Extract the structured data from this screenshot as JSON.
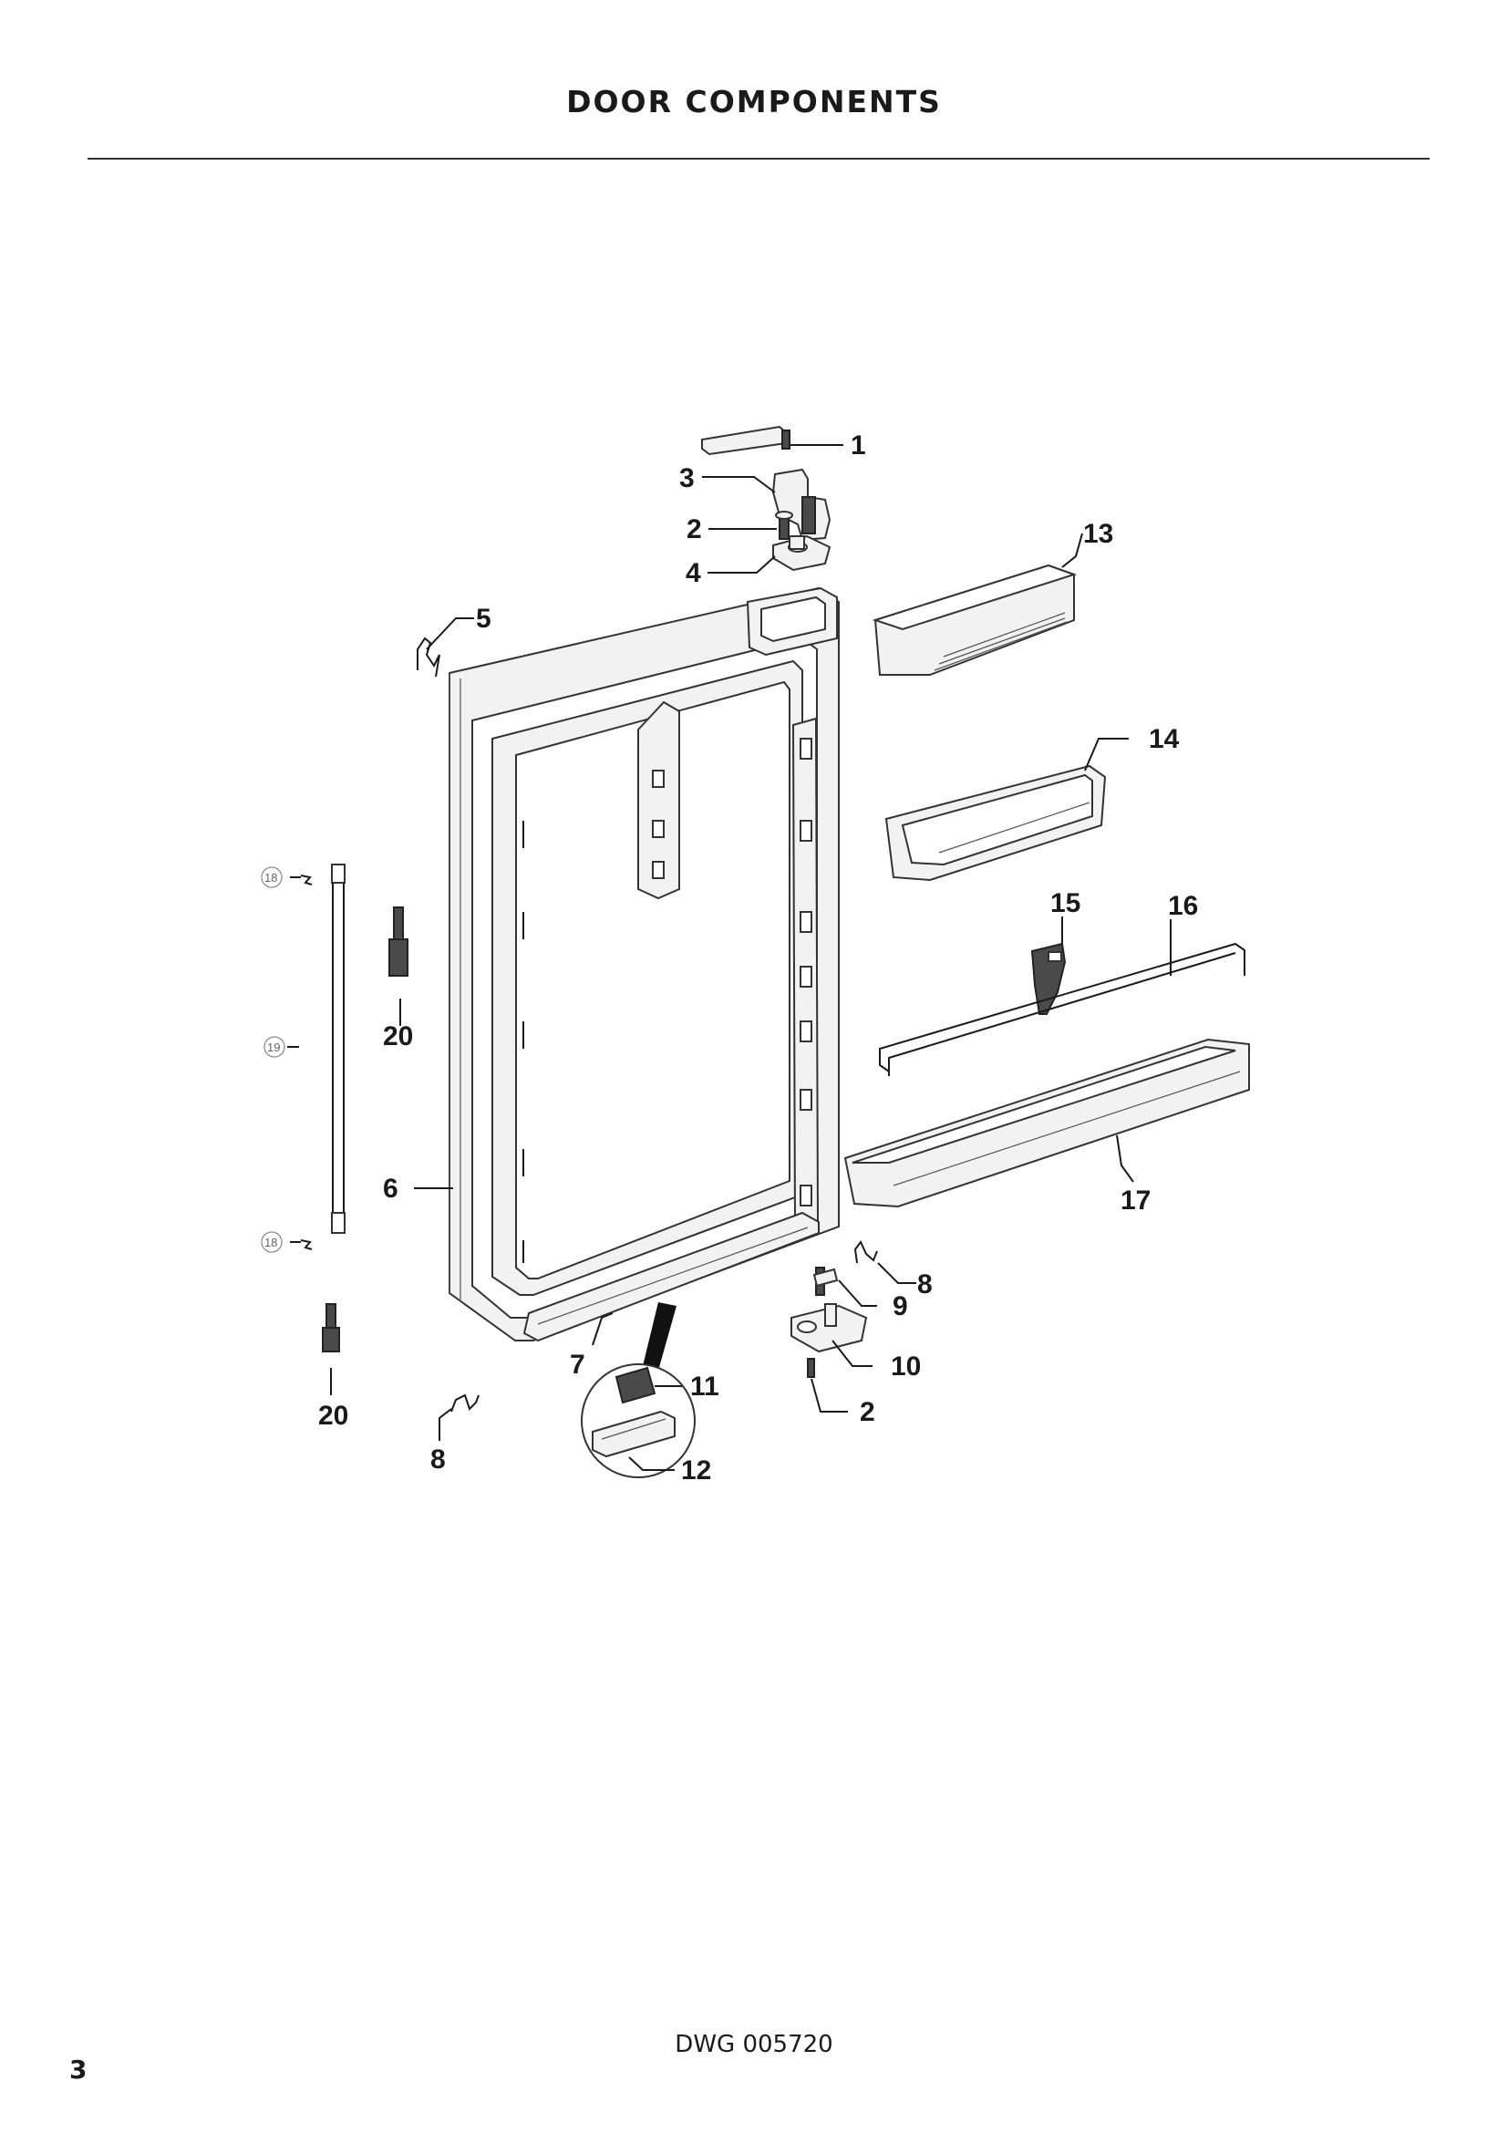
{
  "page": {
    "title": "DOOR COMPONENTS",
    "drawing_number": "DWG 005720",
    "page_number": "3"
  },
  "callouts": {
    "c1": "1",
    "c2a": "2",
    "c2b": "2",
    "c3": "3",
    "c4": "4",
    "c5": "5",
    "c6": "6",
    "c7": "7",
    "c8a": "8",
    "c8b": "8",
    "c9": "9",
    "c10": "10",
    "c11": "11",
    "c12": "12",
    "c13": "13",
    "c14": "14",
    "c15": "15",
    "c16": "16",
    "c17": "17",
    "c18a": "18",
    "c18b": "18",
    "c19": "19",
    "c20a": "20",
    "c20b": "20"
  }
}
